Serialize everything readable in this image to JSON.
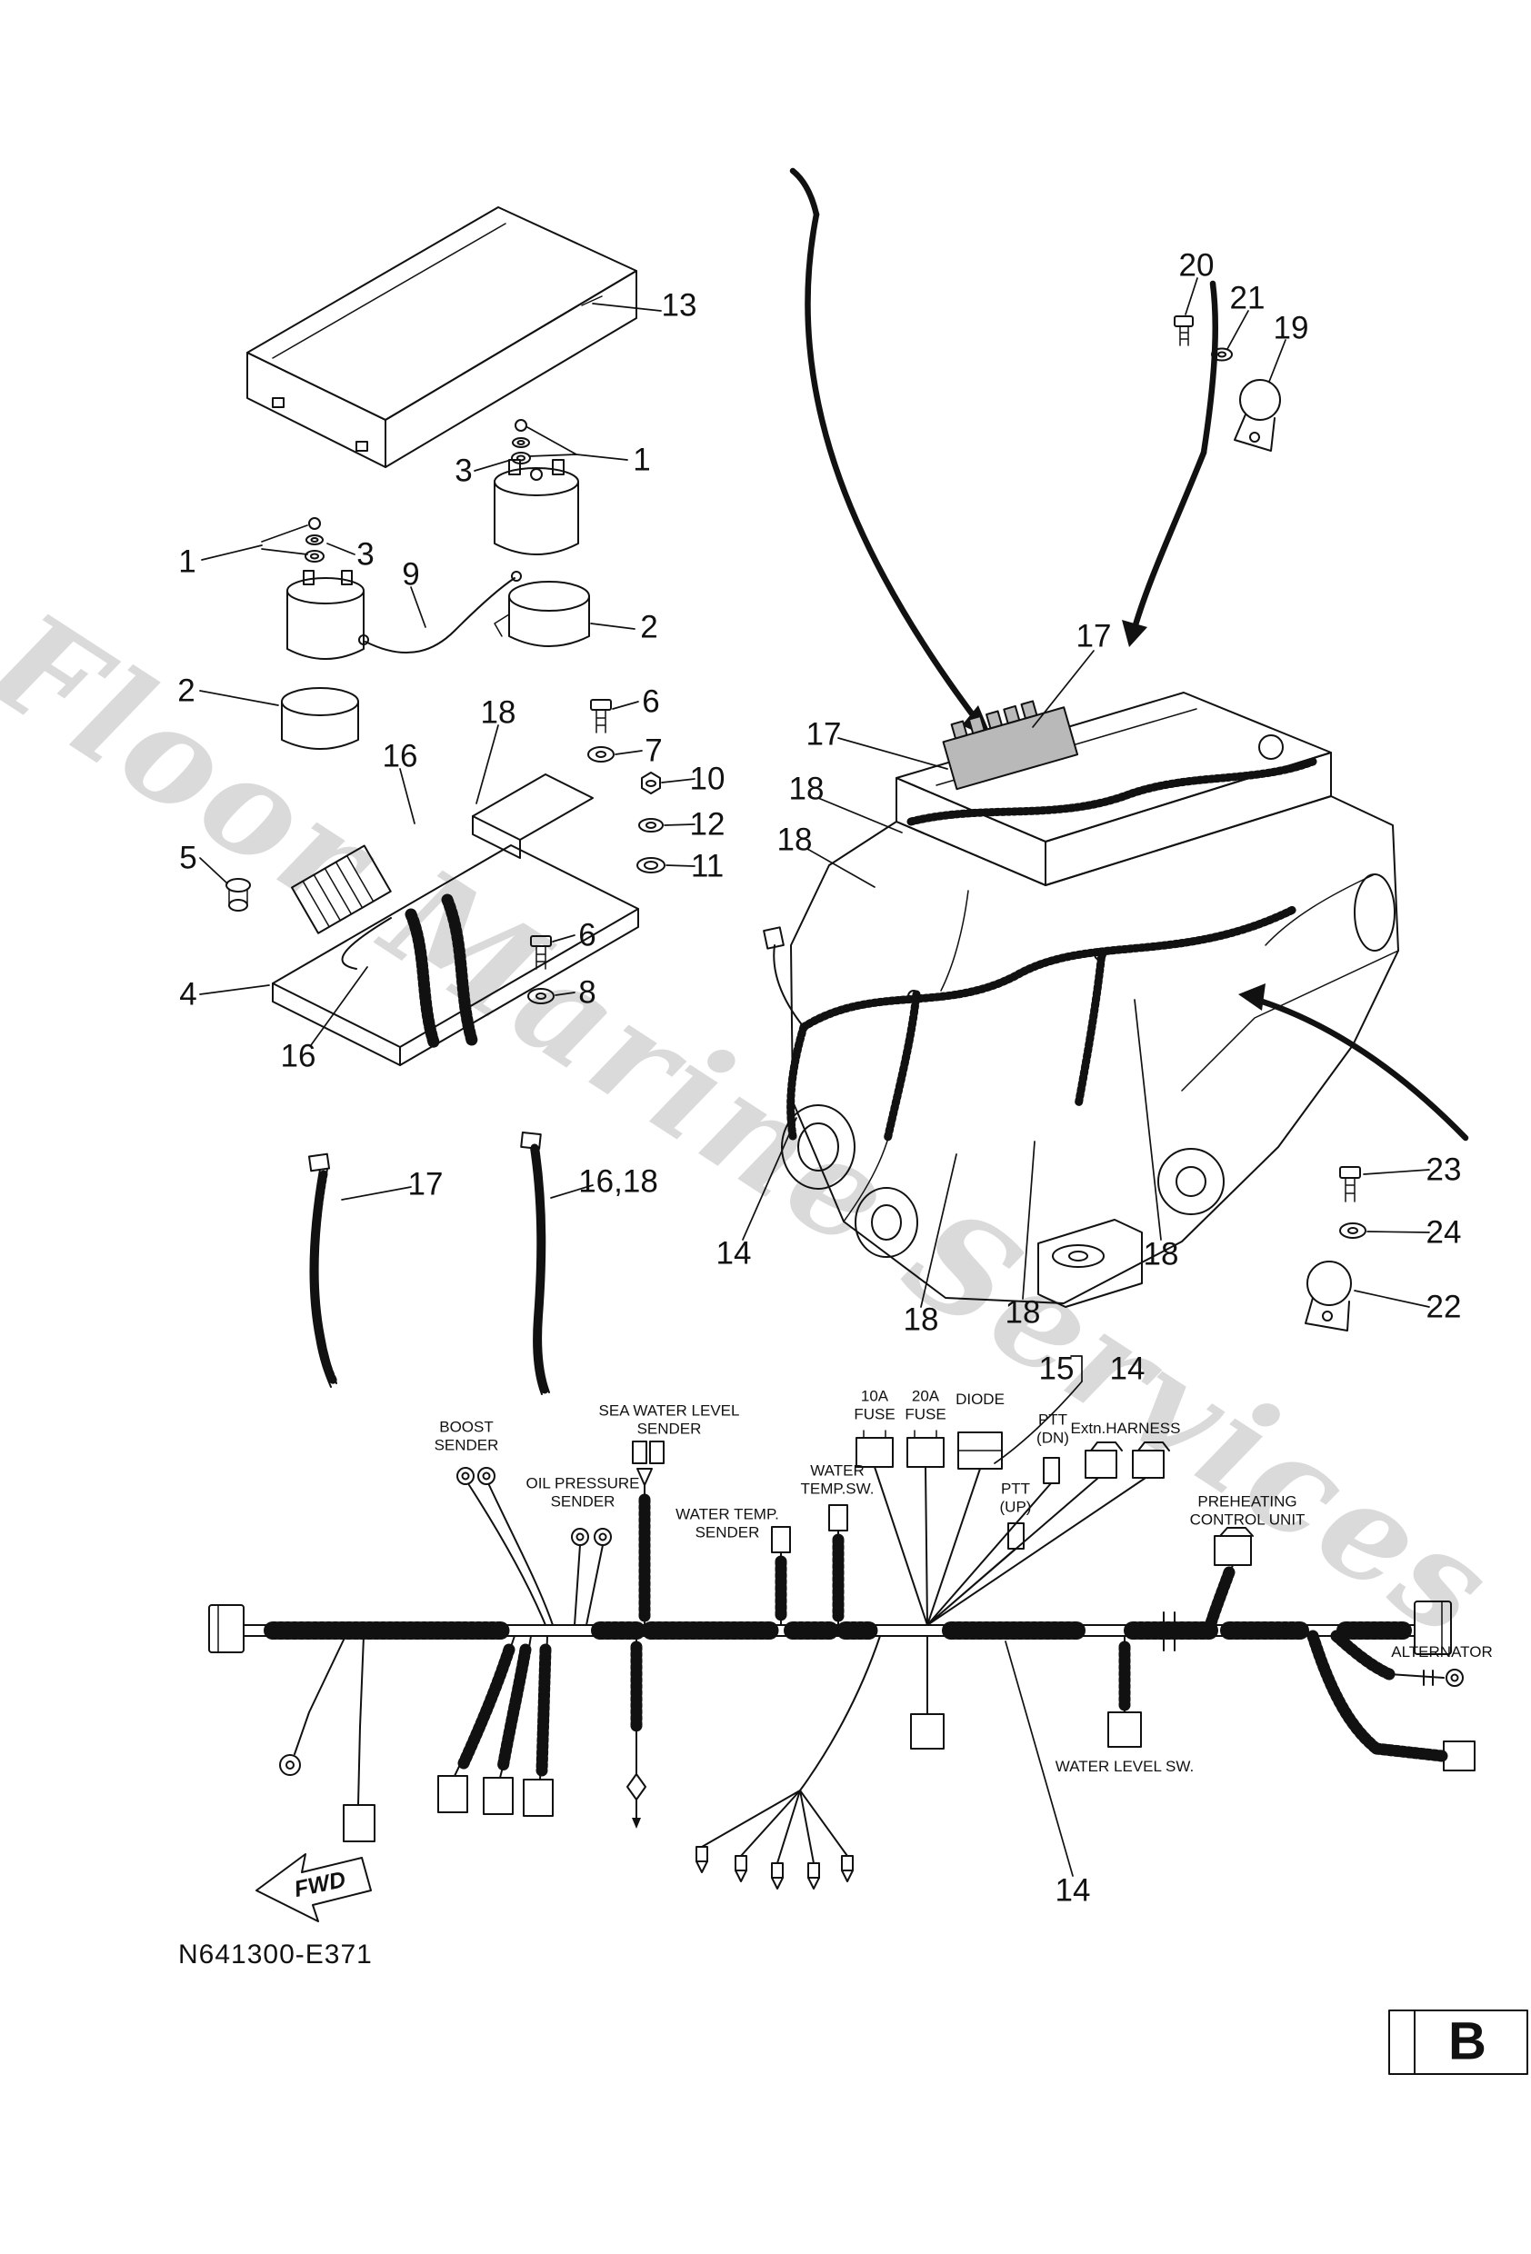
{
  "page": {
    "watermark": "Floor Marine Services",
    "drawing_number": "N641300-E371",
    "section_letter": "B",
    "background": "#ffffff",
    "line_color": "#111111",
    "fuse_box_fill": "#b9b9b9",
    "watermark_color": "#bdbdbd"
  },
  "fwd": {
    "label": "FWD"
  },
  "callouts": [
    {
      "label": "13"
    },
    {
      "label": "1"
    },
    {
      "label": "3"
    },
    {
      "label": "1"
    },
    {
      "label": "3"
    },
    {
      "label": "9"
    },
    {
      "label": "2"
    },
    {
      "label": "2"
    },
    {
      "label": "18"
    },
    {
      "label": "16"
    },
    {
      "label": "6"
    },
    {
      "label": "7"
    },
    {
      "label": "10"
    },
    {
      "label": "12"
    },
    {
      "label": "11"
    },
    {
      "label": "5"
    },
    {
      "label": "4"
    },
    {
      "label": "6"
    },
    {
      "label": "8"
    },
    {
      "label": "16"
    },
    {
      "label": "17"
    },
    {
      "label": "16,18"
    },
    {
      "label": "20"
    },
    {
      "label": "21"
    },
    {
      "label": "19"
    },
    {
      "label": "17"
    },
    {
      "label": "17"
    },
    {
      "label": "18"
    },
    {
      "label": "18"
    },
    {
      "label": "14"
    },
    {
      "label": "18"
    },
    {
      "label": "18"
    },
    {
      "label": "18"
    },
    {
      "label": "23"
    },
    {
      "label": "24"
    },
    {
      "label": "22"
    },
    {
      "label": "15"
    },
    {
      "label": "14"
    },
    {
      "label": "14"
    }
  ],
  "component_labels": {
    "boost_sender": "BOOST\nSENDER",
    "sea_water_level_sender": "SEA WATER LEVEL\nSENDER",
    "oil_pressure_sender": "OIL PRESSURE\nSENDER",
    "water_temp_sender": "WATER TEMP.\nSENDER",
    "water_temp_sw": "WATER\nTEMP.SW.",
    "fuse_10a": "10A\nFUSE",
    "fuse_20a": "20A\nFUSE",
    "diode": "DIODE",
    "ptt_dn": "PTT\n(DN)",
    "ptt_up": "PTT\n(UP)",
    "extn_harness": "Extn.HARNESS",
    "preheating_control_unit": "PREHEATING\nCONTROL UNIT",
    "alternator": "ALTERNATOR",
    "water_level_sw": "WATER LEVEL SW."
  }
}
